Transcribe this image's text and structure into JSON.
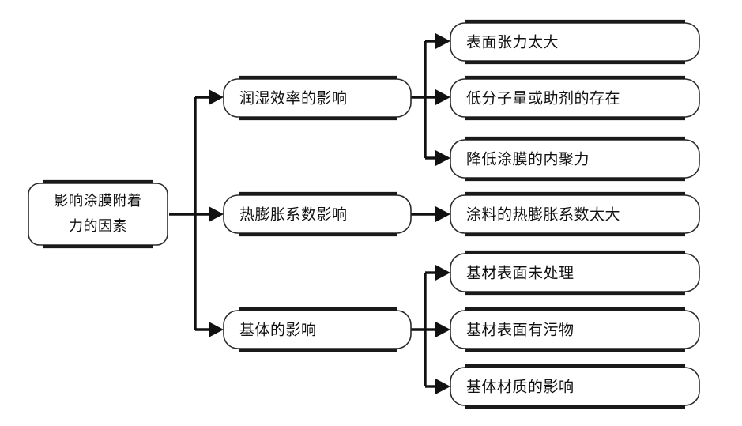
{
  "diagram": {
    "title": "影响涂膜附着力的因素",
    "type": "tree-flowchart",
    "orientation": "left-to-right",
    "style": {
      "box_fill": "#ffffff",
      "box_border": "#2b2b2b",
      "box_edge_bar": "#1a1a1a",
      "connector": "#111111",
      "text": "#111111",
      "background": "#ffffff"
    },
    "root": {
      "id": "root",
      "line1": "影响涂膜附着",
      "line2": "力的因素",
      "full_label": "影响涂膜附着力的因素"
    },
    "branches": [
      {
        "id": "branch-wetting",
        "label": "润湿效率的影响",
        "children": [
          {
            "id": "leaf-surface-tension",
            "label": "表面张力太大"
          },
          {
            "id": "leaf-low-molecular",
            "label": "低分子量或助剂的存在"
          },
          {
            "id": "leaf-cohesion",
            "label": "降低涂膜的内聚力"
          }
        ]
      },
      {
        "id": "branch-thermal",
        "label": "热膨胀系数影响",
        "children": [
          {
            "id": "leaf-coating-expansion",
            "label": "涂料的热膨胀系数太大"
          }
        ]
      },
      {
        "id": "branch-substrate",
        "label": "基体的影响",
        "children": [
          {
            "id": "leaf-untreated-surface",
            "label": "基材表面未处理"
          },
          {
            "id": "leaf-dirty-surface",
            "label": "基材表面有污物"
          },
          {
            "id": "leaf-material-effect",
            "label": "基体材质的影响"
          }
        ]
      }
    ]
  }
}
